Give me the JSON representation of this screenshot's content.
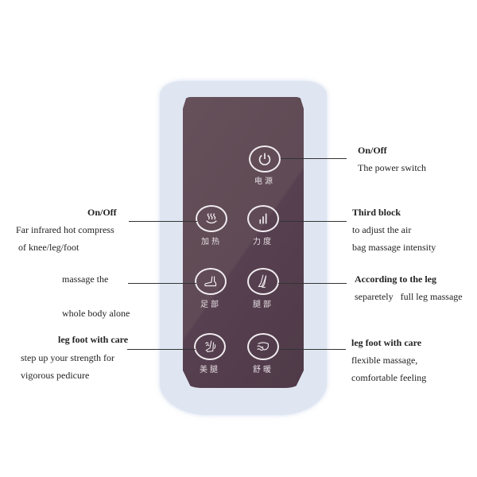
{
  "remote": {
    "buttons": [
      {
        "id": "power",
        "icon": "power-icon",
        "label": "电源"
      },
      {
        "id": "heat",
        "icon": "heat-waves-icon",
        "label": "加热"
      },
      {
        "id": "intensity",
        "icon": "signal-bars-icon",
        "label": "力度"
      },
      {
        "id": "foot",
        "icon": "foot-icon",
        "label": "足部"
      },
      {
        "id": "leg",
        "icon": "legs-icon",
        "label": "腿部"
      },
      {
        "id": "beauty-leg",
        "icon": "leg-massage-icon",
        "label": "美腿"
      },
      {
        "id": "comfort-warm",
        "icon": "foot-warm-icon",
        "label": "舒暖"
      }
    ],
    "colors": {
      "face": "#5f4a55",
      "shell": "#dfe6f2",
      "button_outline": "#f1ecef"
    }
  },
  "annotations": {
    "power": {
      "title": "On/Off",
      "lines": [
        "The power switch"
      ]
    },
    "heat": {
      "title": "On/Off",
      "lines": [
        "Far infrared hot compress",
        "of knee/leg/foot"
      ]
    },
    "intensity": {
      "title": "Third block",
      "lines": [
        "to adjust the air",
        "bag massage intensity"
      ]
    },
    "foot": {
      "title": "",
      "lines": [
        "massage the",
        "whole body alone"
      ]
    },
    "leg": {
      "title": "According to the leg",
      "lines": [
        "separetely   full leg massage"
      ]
    },
    "beauty_leg": {
      "title": "leg foot with care",
      "lines": [
        "step up your strength for",
        "vigorous pedicure"
      ]
    },
    "comfort_warm": {
      "title": "leg foot with care",
      "lines": [
        "flexible massage,",
        "comfortable feeling"
      ]
    }
  }
}
